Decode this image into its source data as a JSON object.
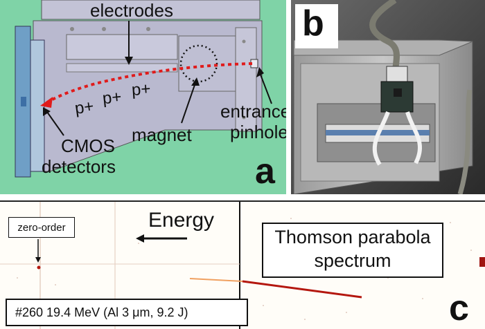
{
  "panel_a": {
    "electrodes_label": "electrodes",
    "particles": [
      "p+",
      "p+",
      "p+"
    ],
    "entrance_label_line1": "entrance",
    "entrance_label_line2": "pinhole",
    "magnet_label": "magnet",
    "cmos_label_line1": "CMOS",
    "cmos_label_line2": "detectors",
    "letter": "a",
    "colors": {
      "background": "#7fd3a7",
      "device": "#b9b9cf",
      "trajectory": "#e01b1b"
    }
  },
  "panel_b": {
    "letter": "b"
  },
  "panel_c": {
    "zero_order_label": "zero-order",
    "energy_label": "Energy",
    "title_line1": "Thomson parabola",
    "title_line2": "spectrum",
    "shot_info": "#260  19.4 MeV (Al 3 μm, 9.2 J)",
    "letter": "c",
    "colors": {
      "trace": "#b4170f",
      "trace_start": "#f0a060"
    }
  }
}
